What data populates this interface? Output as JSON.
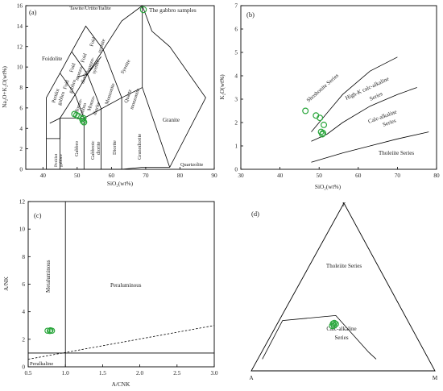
{
  "chart_data": [
    {
      "panel": "(a)",
      "type": "scatter",
      "xlabel": "SiO2(wt%)",
      "ylabel": "Na2O+K2O(wt%)",
      "xlim": [
        35,
        90
      ],
      "ylim": [
        0,
        16
      ],
      "xticks": [
        40,
        50,
        60,
        70,
        80,
        90
      ],
      "yticks": [
        0,
        2,
        4,
        6,
        8,
        10,
        12,
        14,
        16
      ],
      "legend": {
        "label": "The gabbro samples",
        "position": "top-right"
      },
      "boundaries": [
        [
          [
            41,
            3
          ],
          [
            41,
            7
          ],
          [
            45,
            9.4
          ],
          [
            48.4,
            11.5
          ],
          [
            52.5,
            14
          ],
          [
            57.6,
            11.7
          ],
          [
            63,
            14.5
          ],
          [
            69,
            17.7
          ],
          [
            71.8,
            13.5
          ],
          [
            77,
            12
          ],
          [
            87.5,
            7
          ],
          [
            77,
            0.2
          ],
          [
            69,
            0.2
          ],
          [
            63,
            0
          ],
          [
            57,
            0
          ],
          [
            52,
            0
          ],
          [
            45,
            0
          ],
          [
            41,
            0
          ],
          [
            41,
            3
          ]
        ],
        [
          [
            41,
            3
          ],
          [
            45,
            3
          ],
          [
            45,
            5
          ],
          [
            49.4,
            7.3
          ],
          [
            53,
            9.3
          ],
          [
            57.6,
            11.7
          ]
        ],
        [
          [
            45,
            0
          ],
          [
            45,
            5
          ],
          [
            52,
            5
          ],
          [
            57,
            5.9
          ],
          [
            63,
            7
          ],
          [
            69,
            8
          ],
          [
            77,
            0.2
          ]
        ],
        [
          [
            52,
            0
          ],
          [
            52,
            5
          ],
          [
            49.4,
            7.3
          ],
          [
            45,
            9.4
          ]
        ],
        [
          [
            57,
            0
          ],
          [
            57,
            5.9
          ],
          [
            53,
            9.3
          ],
          [
            48.4,
            11.5
          ]
        ],
        [
          [
            63,
            0
          ],
          [
            63,
            7
          ],
          [
            57.6,
            11.7
          ]
        ],
        [
          [
            69,
            8
          ],
          [
            69,
            17.7
          ]
        ],
        [
          [
            42,
            4.5
          ],
          [
            45,
            5
          ]
        ],
        [
          [
            50,
            9
          ],
          [
            53,
            9.3
          ],
          [
            57,
            11
          ]
        ]
      ],
      "region_labels": [
        "Foidolite",
        "Foid syenite",
        "Foid monzo- syenite",
        "Foid monzo- diorite",
        "Foid gabbro",
        "Peridot gabbro",
        "Syenite",
        "Monzonite",
        "Quartz monzonite",
        "Monzo- gabbro",
        "Monzo- diorite",
        "Granite",
        "Gabbro",
        "Gabbroic diorite",
        "Diorite",
        "Granodiorite",
        "Quartzolite",
        "Peridot gabbro",
        "Tawite/Urtite/Italite"
      ],
      "points": [
        [
          49.2,
          5.4
        ],
        [
          49.8,
          5.3
        ],
        [
          50.3,
          5.2
        ],
        [
          51.5,
          4.9
        ],
        [
          51.7,
          4.7
        ],
        [
          52.0,
          4.6
        ],
        [
          51.8,
          5.0
        ]
      ]
    },
    {
      "panel": "(b)",
      "type": "scatter",
      "xlabel": "SiO2(wt%)",
      "ylabel": "K2O(wt%)",
      "xlim": [
        30,
        80
      ],
      "ylim": [
        0,
        7
      ],
      "xticks": [
        30,
        40,
        50,
        60,
        70,
        80
      ],
      "yticks": [
        0,
        1,
        2,
        3,
        4,
        5,
        6,
        7
      ],
      "boundaries": [
        [
          [
            48,
            1.6
          ],
          [
            52,
            2.4
          ],
          [
            56,
            3.2
          ],
          [
            63,
            4.2
          ],
          [
            70,
            4.8
          ]
        ],
        [
          [
            48,
            1.2
          ],
          [
            52,
            1.5
          ],
          [
            56,
            2.0
          ],
          [
            63,
            2.7
          ],
          [
            70,
            3.2
          ],
          [
            75,
            3.5
          ]
        ],
        [
          [
            48,
            0.3
          ],
          [
            52,
            0.5
          ],
          [
            56,
            0.7
          ],
          [
            63,
            1.0
          ],
          [
            70,
            1.3
          ],
          [
            78,
            1.6
          ]
        ]
      ],
      "series_labels": [
        "Shoshonite Series",
        "High-K calc-alkaline Series",
        "Calc-alkaline Series",
        "Tholeiite Series"
      ],
      "points": [
        [
          46.5,
          2.5
        ],
        [
          49.2,
          2.3
        ],
        [
          50.2,
          2.2
        ],
        [
          50.5,
          1.6
        ],
        [
          50.8,
          1.5
        ],
        [
          51.2,
          1.9
        ],
        [
          51.0,
          1.55
        ]
      ]
    },
    {
      "panel": "(c)",
      "type": "scatter",
      "xlabel": "A/CNK",
      "ylabel": "A/NK",
      "xlim": [
        0.5,
        3.0
      ],
      "ylim": [
        0,
        12
      ],
      "xticks": [
        0.5,
        1.0,
        1.5,
        2.0,
        2.5,
        3.0
      ],
      "yticks": [
        0,
        2,
        4,
        6,
        8,
        10,
        12
      ],
      "vertical_line_x": 1.0,
      "horizontal_line_y": 1.0,
      "dashed_line": [
        [
          0.5,
          0.55
        ],
        [
          3.0,
          3.0
        ]
      ],
      "region_labels": [
        "Metaluminous",
        "Peraluminous",
        "Peralkaline"
      ],
      "points": [
        [
          0.76,
          2.62
        ],
        [
          0.79,
          2.6
        ],
        [
          0.82,
          2.62
        ],
        [
          0.8,
          2.65
        ]
      ]
    },
    {
      "panel": "(d)",
      "type": "ternary",
      "vertices": [
        "F",
        "A",
        "M"
      ],
      "region_labels": [
        "Tholeiite Series",
        "Calc-alkaline Series"
      ],
      "boundary": [
        [
          0.06,
          0.07
        ],
        [
          0.17,
          0.3
        ],
        [
          0.46,
          0.33
        ],
        [
          0.64,
          0.11
        ],
        [
          0.68,
          0.07
        ]
      ],
      "points": [
        [
          0.45,
          0.27
        ],
        [
          0.44,
          0.268
        ],
        [
          0.445,
          0.281
        ],
        [
          0.452,
          0.285
        ],
        [
          0.46,
          0.279
        ]
      ]
    }
  ],
  "panels": {
    "a": {
      "label": "(a)",
      "xlabel": "SiO₂(wt%)",
      "ylabel": "Na₂O+K₂O(wt%)",
      "xticks": [
        "40",
        "50",
        "60",
        "70",
        "80",
        "90"
      ],
      "yticks": [
        "0",
        "2",
        "4",
        "6",
        "8",
        "10",
        "12",
        "14",
        "16"
      ],
      "legend": "The gabbro samples",
      "top_label": "Tawite/Urtite/Italite",
      "regions": {
        "foidolite": "Foidolite",
        "foid_syenite_1": "Foid",
        "foid_syenite_2": "syenite",
        "fms_1": "Foid",
        "fms_2": "monzo-",
        "fms_3": "syenite",
        "fmd_1": "Foid",
        "fmd_2": "monzo-",
        "fmd_3": "diorite",
        "foid_gabbro_1": "Foid",
        "foid_gabbro_2": "gabbro",
        "peridot_gabbro_top_1": "Peridot",
        "peridot_gabbro_top_2": "gabbro",
        "syenite": "Syenite",
        "monzonite": "Monzonite",
        "qm_1": "Quartz",
        "qm_2": "monzonite",
        "monzogabbro_1": "Monzo-",
        "monzogabbro_2": "gabbro",
        "monzodiorite_1": "Monzo-",
        "monzodiorite_2": "diorite",
        "granite": "Granite",
        "gabbro": "Gabbro",
        "gabbroic_diorite_1": "Gabbroic",
        "gabbroic_diorite_2": "diorite",
        "diorite": "Diorite",
        "granodiorite": "Granodiorite",
        "quartzolite": "Quartzolite",
        "peridot_gabbro_bottom_1": "Peridot",
        "peridot_gabbro_bottom_2": "gabbro"
      }
    },
    "b": {
      "label": "(b)",
      "xlabel": "SiO₂(wt%)",
      "ylabel": "K₂O(wt%)",
      "xticks": [
        "30",
        "40",
        "50",
        "60",
        "70",
        "80"
      ],
      "yticks": [
        "0",
        "1",
        "2",
        "3",
        "4",
        "5",
        "6",
        "7"
      ],
      "shoshonite": "Shoshonite Series",
      "highk_1": "High-K calc-alkaline",
      "highk_2": "Series",
      "calc_1": "Calc-alkaline",
      "calc_2": "Series",
      "tholeiite": "Tholeiite Series"
    },
    "c": {
      "label": "(c)",
      "xlabel": "A/CNK",
      "ylabel": "A/NK",
      "xticks": [
        "0.5",
        "1.0",
        "1.5",
        "2.0",
        "2.5",
        "3.0"
      ],
      "yticks": [
        "0",
        "2",
        "4",
        "6",
        "8",
        "10",
        "12"
      ],
      "metaluminous": "Metaluminous",
      "peraluminous": "Peraluminous",
      "peralkaline": "Peralkaline"
    },
    "d": {
      "label": "(d)",
      "vertex_f": "F",
      "vertex_a": "A",
      "vertex_m": "M",
      "tholeiite": "Tholeiite Series",
      "calc_1": "Calc-alkaline",
      "calc_2": "Series"
    }
  },
  "colors": {
    "marker": "#2aa63c",
    "line": "#000000",
    "text": "#222222"
  }
}
